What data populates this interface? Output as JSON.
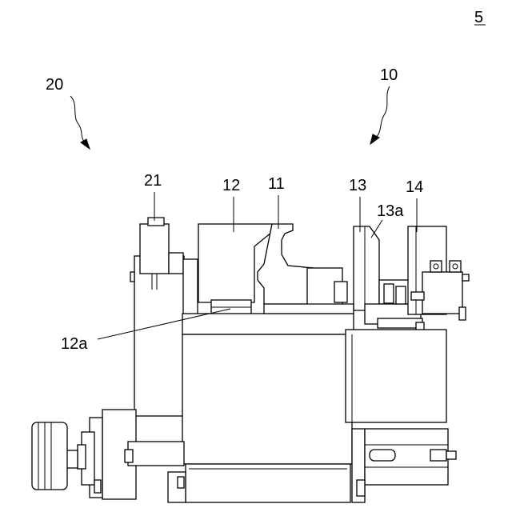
{
  "figure": {
    "sheet_number": "5",
    "labels": {
      "assembly_20": "20",
      "assembly_10": "10",
      "part_21": "21",
      "part_12": "12",
      "part_11": "11",
      "part_13": "13",
      "part_14": "14",
      "part_13a": "13a",
      "part_12a": "12a"
    }
  }
}
